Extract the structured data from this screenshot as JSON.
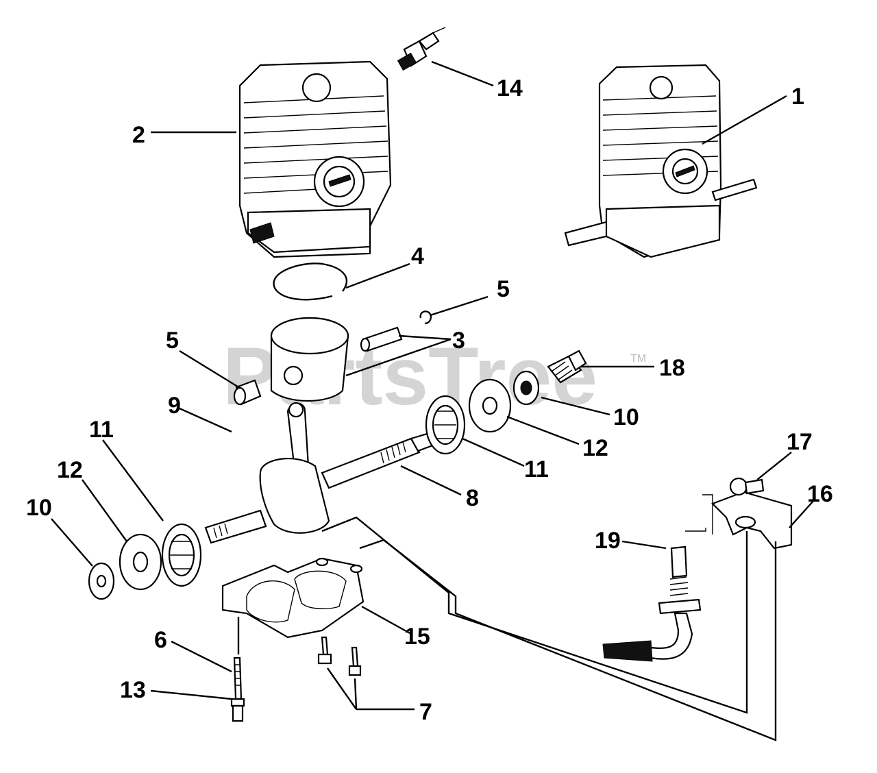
{
  "watermark": {
    "brand": "PartsTree",
    "trademark": "TM"
  },
  "callouts": {
    "c1": "1",
    "c2": "2",
    "c3": "3",
    "c4": "4",
    "c5a": "5",
    "c5b": "5",
    "c6": "6",
    "c7": "7",
    "c8": "8",
    "c9": "9",
    "c10a": "10",
    "c10b": "10",
    "c11a": "11",
    "c11b": "11",
    "c12a": "12",
    "c12b": "12",
    "c13": "13",
    "c14": "14",
    "c15": "15",
    "c16": "16",
    "c17": "17",
    "c18": "18",
    "c19": "19"
  }
}
